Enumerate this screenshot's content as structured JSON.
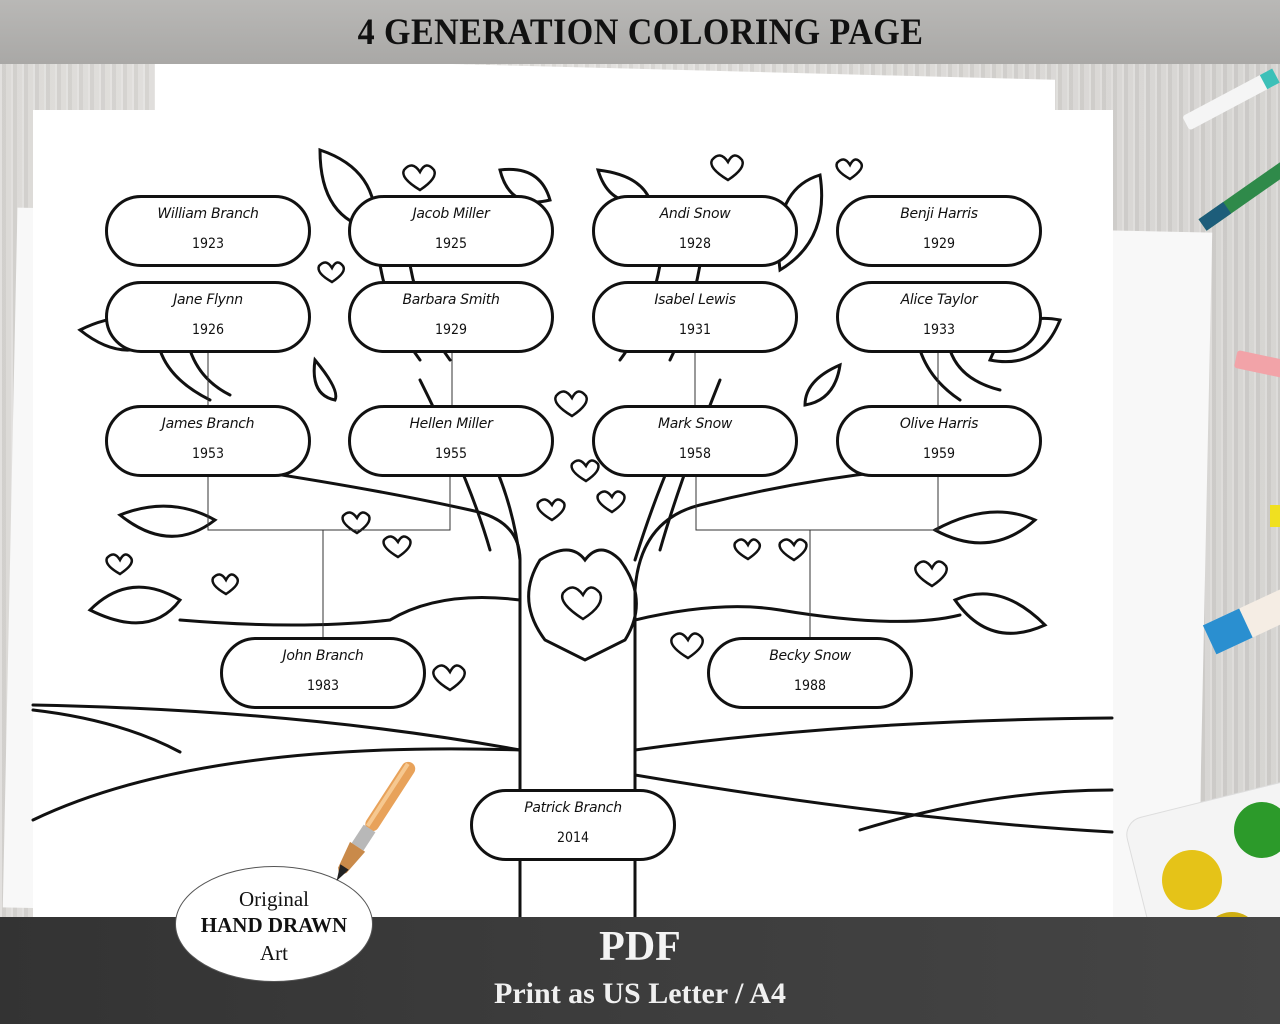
{
  "header": {
    "title": "4 GENERATION COLORING PAGE"
  },
  "family_tree": {
    "generation_1": [
      {
        "name": "William Branch",
        "year": "1923"
      },
      {
        "name": "Jacob Miller",
        "year": "1925"
      },
      {
        "name": "Andi Snow",
        "year": "1928"
      },
      {
        "name": "Benji Harris",
        "year": "1929"
      }
    ],
    "generation_1b": [
      {
        "name": "Jane Flynn",
        "year": "1926"
      },
      {
        "name": "Barbara Smith",
        "year": "1929"
      },
      {
        "name": "Isabel Lewis",
        "year": "1931"
      },
      {
        "name": "Alice Taylor",
        "year": "1933"
      }
    ],
    "generation_2": [
      {
        "name": "James Branch",
        "year": "1953"
      },
      {
        "name": "Hellen Miller",
        "year": "1955"
      },
      {
        "name": "Mark Snow",
        "year": "1958"
      },
      {
        "name": "Olive Harris",
        "year": "1959"
      }
    ],
    "generation_3": [
      {
        "name": "John Branch",
        "year": "1983"
      },
      {
        "name": "Becky Snow",
        "year": "1988"
      }
    ],
    "generation_4": [
      {
        "name": "Patrick Branch",
        "year": "2014"
      }
    ]
  },
  "badge": {
    "line1": "Original",
    "line2": "HAND DRAWN",
    "line3": "Art"
  },
  "footer": {
    "format": "PDF",
    "print_info": "Print as US Letter / A4"
  },
  "colors": {
    "banner_top": "#b0afad",
    "banner_bottom": "#3a3a3a",
    "line": "#111111"
  }
}
